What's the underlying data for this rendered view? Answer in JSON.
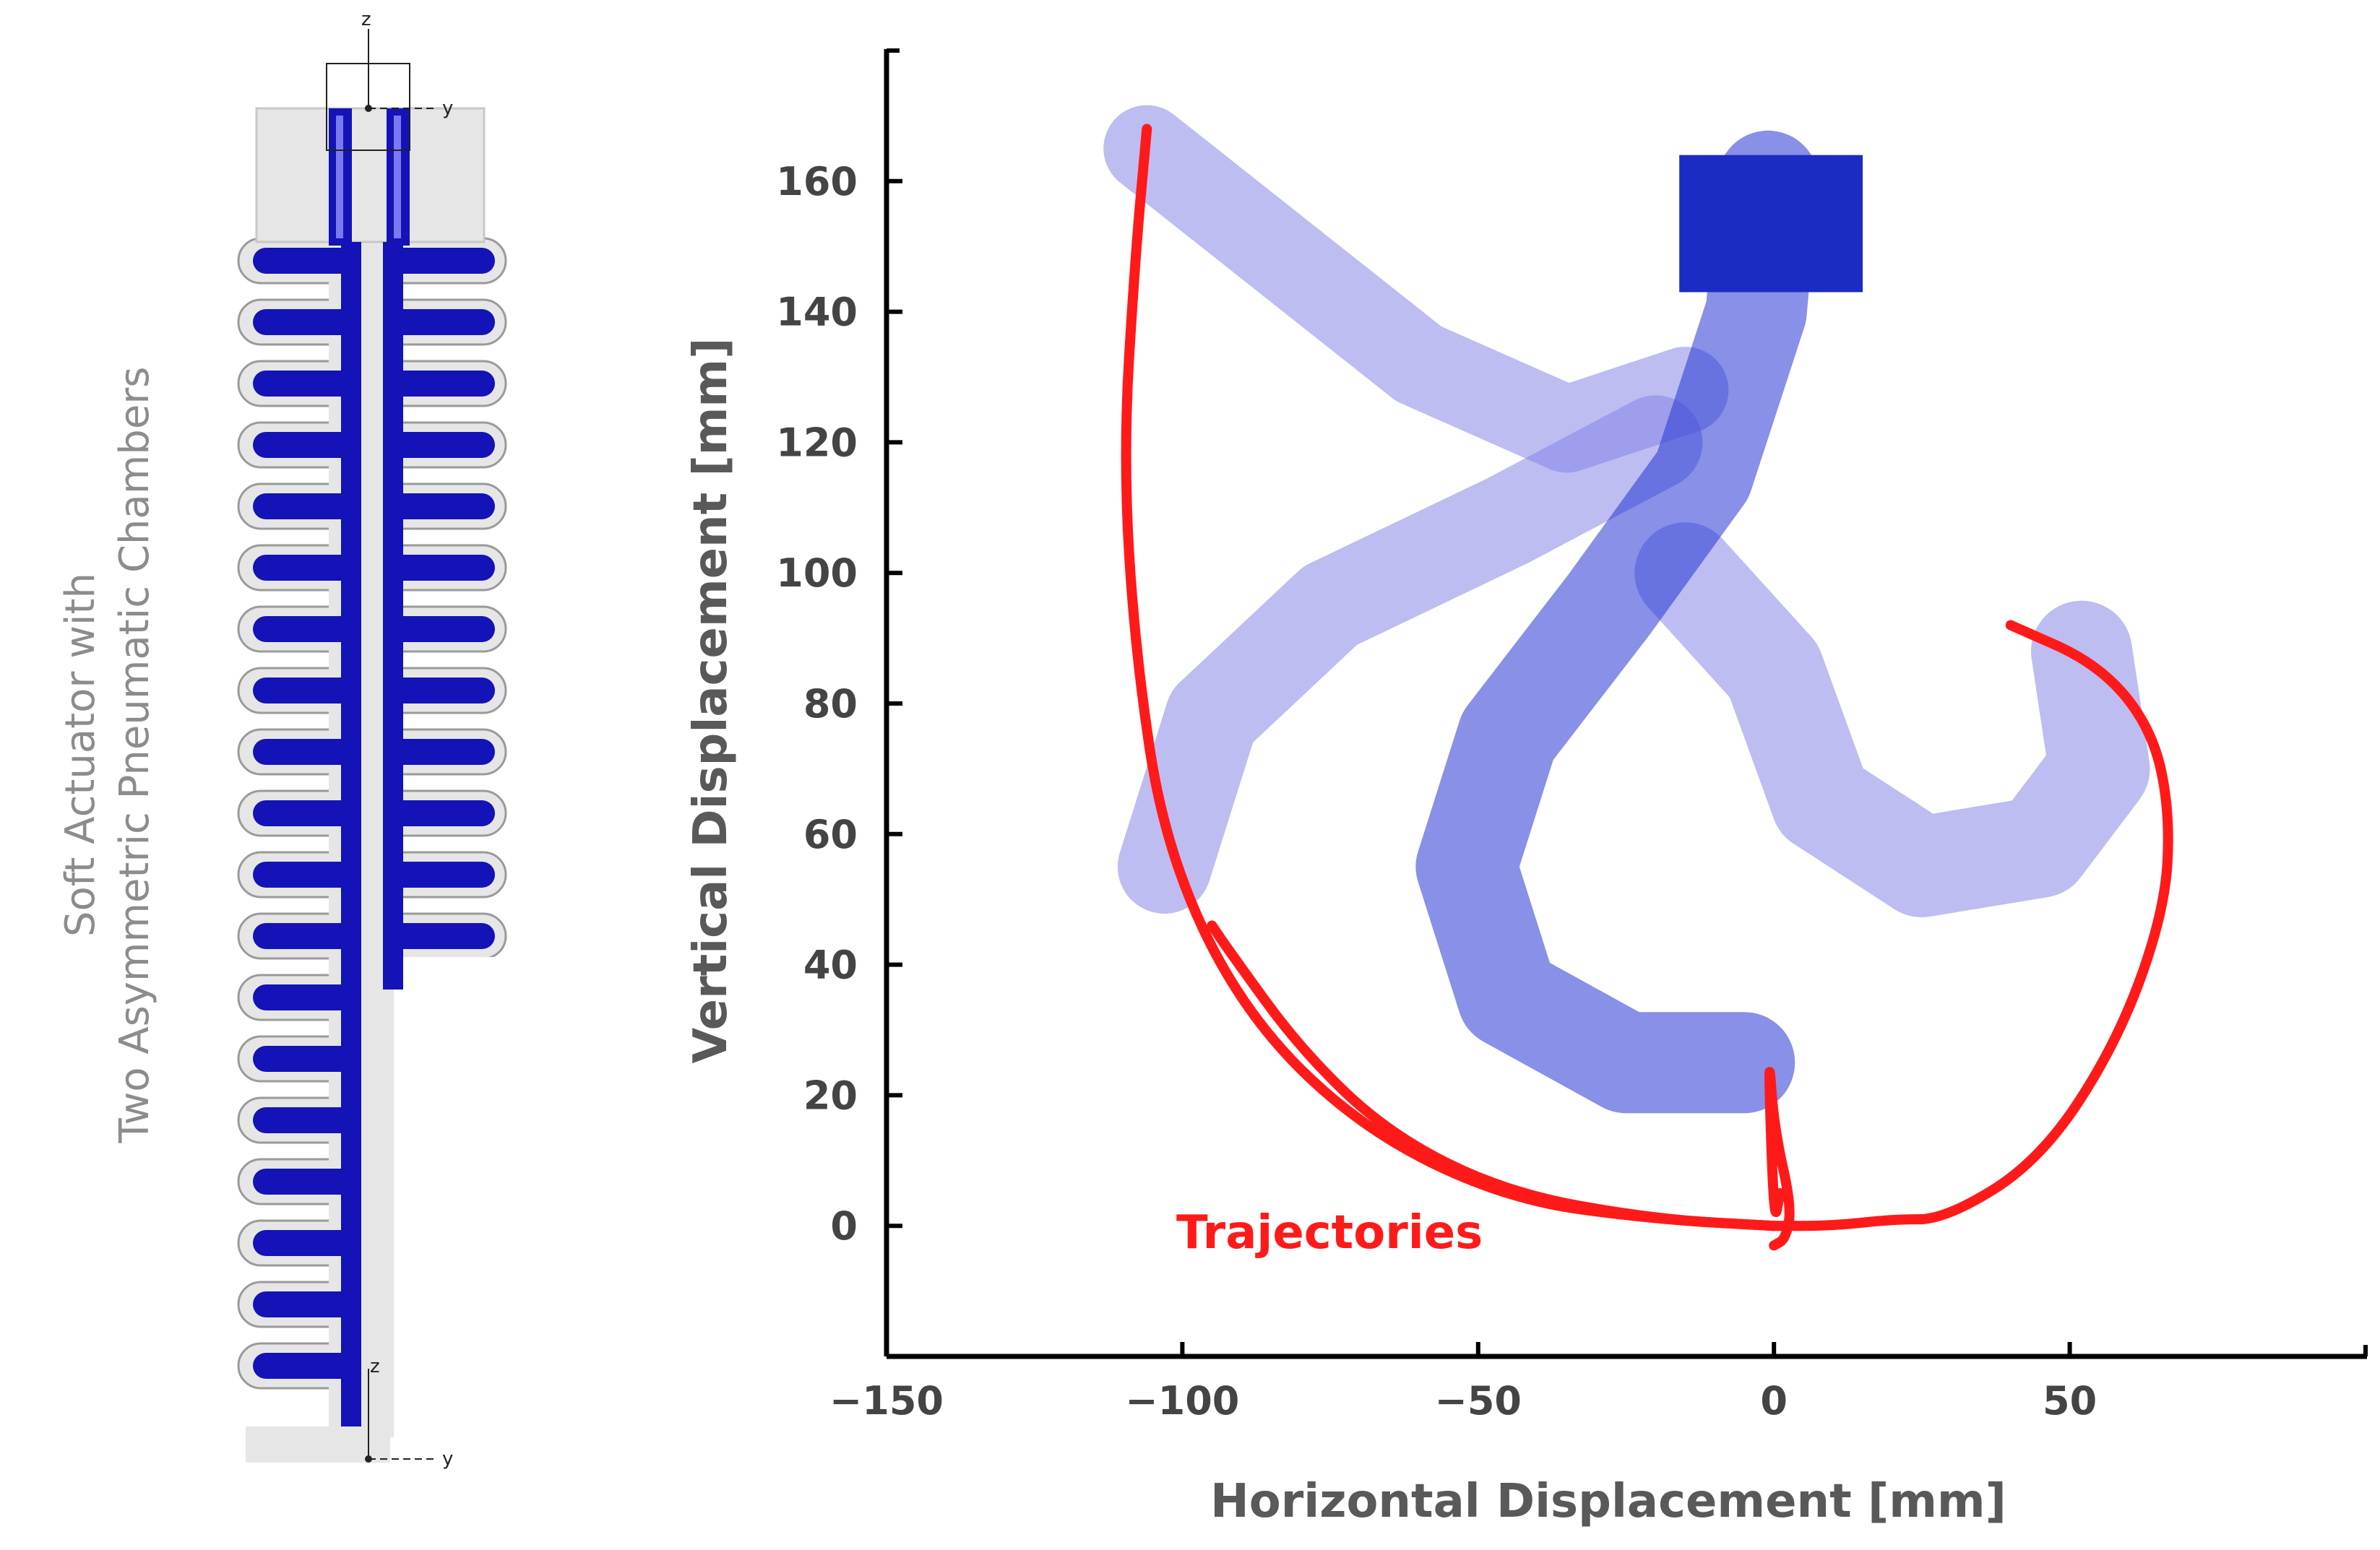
{
  "left_panel": {
    "title_line1": "Soft Actuator with",
    "title_line2": "Two Asymmetric Pneumatic Chambers",
    "axis_letters": {
      "z": "z",
      "y": "y"
    },
    "colors": {
      "chamber": "#1313b8",
      "body": "#e6e6e6"
    }
  },
  "chart_data": {
    "type": "line",
    "xlabel": "Horizontal Displacement [mm]",
    "ylabel": "Vertical Displacement [mm]",
    "xlim": [
      -150,
      100
    ],
    "ylim": [
      -20,
      180
    ],
    "xticks": [
      -150,
      -100,
      -50,
      0,
      50
    ],
    "xtick_labels": [
      "−150",
      "−100",
      "−50",
      "0",
      "50"
    ],
    "yticks": [
      0,
      20,
      40,
      60,
      80,
      100,
      120,
      140,
      160
    ],
    "yticks_labels": [
      "0",
      "20",
      "40",
      "60",
      "80",
      "100",
      "120",
      "140",
      "160"
    ],
    "annotation": "Trajectories",
    "line_color": "#ff1a1a",
    "series": [
      {
        "x": [
          0,
          -20,
          -45,
          -70,
          -90,
          -103,
          -108,
          -110,
          -108,
          -106
        ],
        "y": [
          0,
          1,
          4,
          15,
          33,
          58,
          88,
          118,
          148,
          168
        ]
      },
      {
        "x": [
          0,
          -20,
          -45,
          -65,
          -80,
          -92,
          -95
        ],
        "y": [
          0,
          1,
          5,
          14,
          27,
          42,
          46
        ]
      },
      {
        "x": [
          0,
          10,
          20,
          29,
          45,
          58,
          66,
          67,
          64,
          55,
          40
        ],
        "y": [
          0,
          0,
          1,
          1,
          10,
          28,
          48,
          63,
          76,
          86,
          92
        ]
      },
      {
        "x": [
          0,
          2,
          3,
          0,
          -1,
          0,
          1
        ],
        "y": [
          -3,
          -2,
          3,
          15,
          28,
          0,
          5
        ]
      }
    ]
  }
}
